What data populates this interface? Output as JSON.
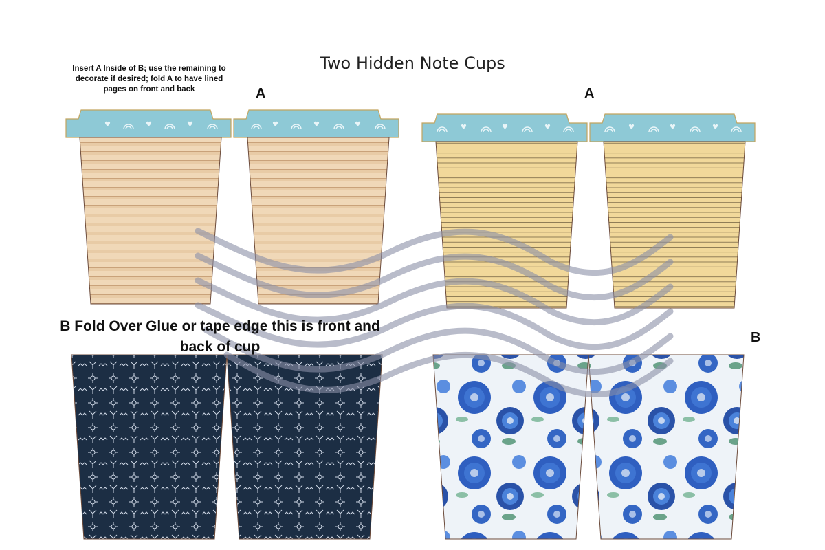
{
  "page": {
    "title": "Two Hidden Note Cups",
    "instructions": "Insert A Inside of B; use the remaining to decorate if desired; fold A to have lined pages on front and back",
    "label_a_left": "A",
    "label_a_right": "A",
    "label_b": "B",
    "fold_note": "B Fold Over Glue or tape edge this is front and back of cup"
  },
  "colors": {
    "lid": "#8ec9d6",
    "lid_stroke": "#c2a45e",
    "kraft": "#f0d8b8",
    "kraft_line": "#c9a27a",
    "aged_paper": "#f1d89a",
    "ruled_line": "#6a5a3c",
    "navy": "#1c2e44",
    "navy_pattern": "#cfd8e6",
    "floral_bg": "#eef3f8",
    "floral_blue": "#2f5fc0",
    "floral_leaf": "#6aa38a",
    "cup_outline": "#6b4a3a",
    "wave_stroke": "#8b8fa6"
  },
  "icons": [
    "lid-heart-icon",
    "lid-rainbow-icon"
  ]
}
